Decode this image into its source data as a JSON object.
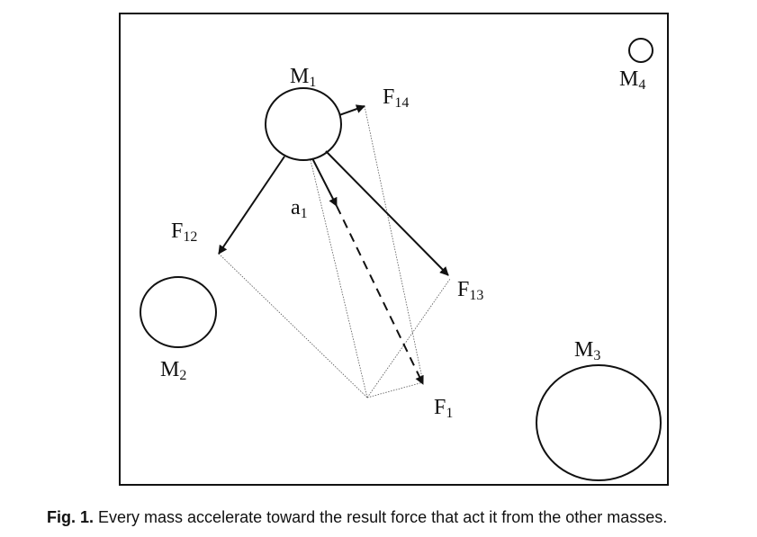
{
  "diagram": {
    "masses": [
      {
        "name": "M",
        "sub": "1"
      },
      {
        "name": "M",
        "sub": "2"
      },
      {
        "name": "M",
        "sub": "3"
      },
      {
        "name": "M",
        "sub": "4"
      }
    ],
    "forces": [
      {
        "name": "F",
        "sub": "12"
      },
      {
        "name": "F",
        "sub": "13"
      },
      {
        "name": "F",
        "sub": "14"
      },
      {
        "name": "F",
        "sub": "1"
      }
    ],
    "acceleration": {
      "name": "a",
      "sub": "1"
    }
  },
  "caption": {
    "label": "Fig. 1.",
    "text": "Every mass accelerate toward the result force that act it from the other masses."
  }
}
